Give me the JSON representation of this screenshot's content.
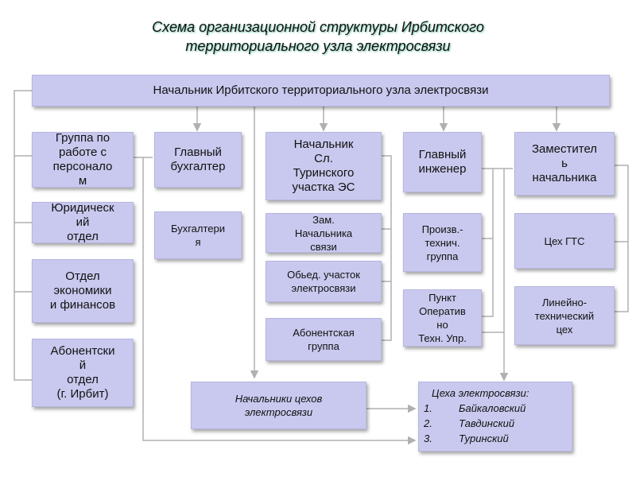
{
  "title": {
    "line1": "Схема организационной структуры Ирбитского",
    "line2": "территориального узла электросвязи"
  },
  "nodes": {
    "head": "Начальник Ирбитского территориального узла электросвязи",
    "hr_group": "Группа по\nработе с\nперсонало\nм",
    "chief_accountant": "Главный\nбухгалтер",
    "turinsk_head": "Начальник\nСл.\nТуринского\nучастка ЭС",
    "chief_engineer": "Главный\nинженер",
    "deputy": "Заместител\nь\nначальника",
    "legal": "Юридическ\nий\nотдел",
    "accounting": "Бухгалтери\nя",
    "deputy_head_comm": "Зам.\nНачальника\nсвязи",
    "production_group": "Произв.-\nтехнич.\nгруппа",
    "gts_shop": "Цех ГТС",
    "economics": "Отдел\nэкономики\nи финансов",
    "united_section": "Обьед. участок\nэлектросвязи",
    "tech_control": "Пункт\nОператив\nно\nТехн. Упр.",
    "line_tech_shop": "Линейно-\nтехнический\nцех",
    "subscriber_group": "Абонентская\nгруппа",
    "subscriber_dept": "Абонентски\nй\nотдел\n(г. Ирбит)",
    "shop_heads": "Начальники цехов\nэлектросвязи"
  },
  "shops": {
    "heading": "Цеха электросвязи:",
    "items": [
      {
        "num": "1.",
        "name": "Байкаловский"
      },
      {
        "num": "2.",
        "name": "Тавдинский"
      },
      {
        "num": "3.",
        "name": "Туринский"
      }
    ]
  },
  "colors": {
    "box_fill": "#c9c9ef",
    "connector": "#b0b0b0",
    "title_glow": "#5fbf9a"
  }
}
